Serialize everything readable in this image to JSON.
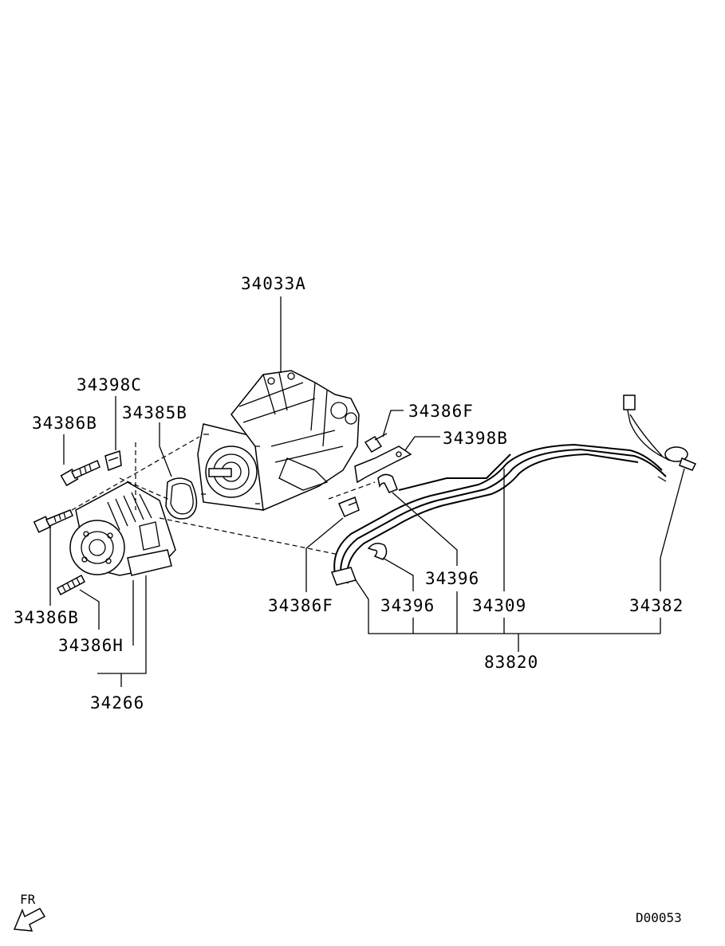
{
  "labels": {
    "transfer_case": "34033A",
    "bracket_c": "34398C",
    "bolt_b_top": "34386B",
    "gasket": "34385B",
    "bolt_f_top": "34386F",
    "bracket_b": "34398B",
    "bolt_b_bottom": "34386B",
    "stud_h": "34386H",
    "extension_assy": "34266",
    "bolt_f_bottom": "34386F",
    "clamp_right": "34396",
    "clamp_left": "34396",
    "harness": "34309",
    "sensor": "34382",
    "harness_assy": "83820"
  },
  "orientation": {
    "text": "FR",
    "icon": "front-direction-arrow-icon"
  },
  "diagram_code": "D00053"
}
